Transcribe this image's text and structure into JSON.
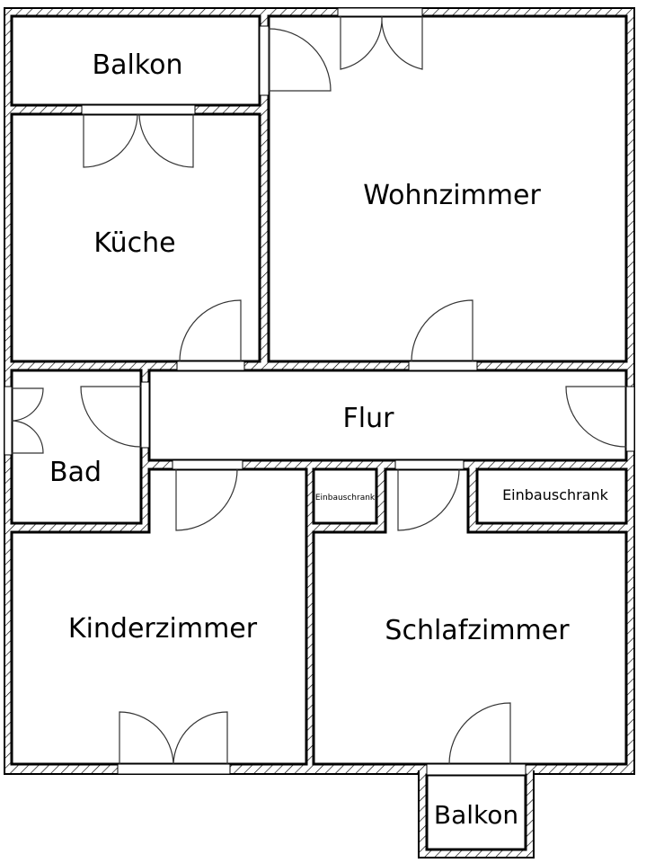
{
  "rooms": {
    "balkon_top": "Balkon",
    "kueche": "Küche",
    "wohnzimmer": "Wohnzimmer",
    "bad": "Bad",
    "flur": "Flur",
    "einbauschrank_small": "Einbauschrank",
    "einbauschrank_large": "Einbauschrank",
    "kinderzimmer": "Kinderzimmer",
    "schlafzimmer": "Schlafzimmer",
    "balkon_bottom": "Balkon"
  }
}
